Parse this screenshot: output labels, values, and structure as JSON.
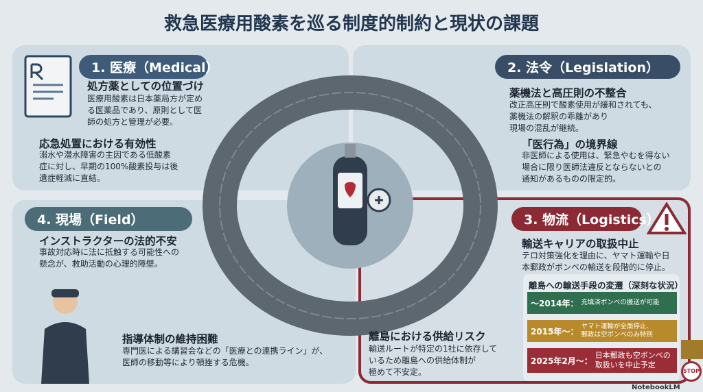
{
  "title": "救急医療用酸素を巡る制度的制約と現状の課題",
  "medical": {
    "label": "1. 医療（Medical）",
    "h1": "処方薬としての位置づけ",
    "b1": [
      "医療用酸素は日本薬局方が定め",
      "る医薬品であり、原則として医",
      "師の処方と管理が必要。"
    ],
    "h2": "応急処置における有効性",
    "b2": [
      "溺水や潜水障害の主因である低酸素",
      "症に対し、早期の100%酸素投与は後",
      "遺症軽減に直結。"
    ]
  },
  "legislation": {
    "label": "2. 法令（Legislation）",
    "h1": "薬機法と高圧則の不整合",
    "b1": [
      "改正高圧則で酸素使用が緩和されても、",
      "薬機法の解釈の乖離があり",
      "現場の混乱が継続。"
    ],
    "h2": "「医行為」の境界線",
    "b2": [
      "非医師による使用は、緊急やむを得ない",
      "場合に限り医師法違反とならないとの",
      "通知があるものの限定的。"
    ]
  },
  "logistics": {
    "label": "3. 物流（Logistics）",
    "h1": "輸送キャリアの取扱中止",
    "b1": [
      "テロ対策強化を理由に、ヤマト運輸や日",
      "本郵政がボンベの輸送を段階的に停止。"
    ],
    "timeline_title": "離島への輸送手段の変遷（深刻な状況）",
    "timeline": [
      {
        "period": "〜2014年：",
        "desc": "充填済ボンベの搬送が可能",
        "color": "#2f6f4f"
      },
      {
        "period": "2015年〜：",
        "desc": "ヤマト運輸が全面停止、\n郵政は空ボンベのみ特別",
        "color": "#b98a2c"
      },
      {
        "period": "2025年2月〜：",
        "desc": "日本郵政も空ボンベの\n取扱いを中止予定",
        "color": "#9b2d37"
      }
    ],
    "stop_sign": "STOP",
    "h2": "離島における供給リスク",
    "b2": [
      "輸送ルートが特定の1社に依存して",
      "いるため離島への供給体制が",
      "極めて不安定。"
    ]
  },
  "field": {
    "label": "4. 現場（Field）",
    "h1": "インストラクターの法的不安",
    "b1": [
      "事故対応時に法に抵触する可能性への",
      "懸念が、救助活動の心理的障壁。"
    ],
    "h2": "指導体制の維持困難",
    "b2": [
      "専門医による講習会などの「医療との連携ライン」が、",
      "医師の移動等により頓挫する危機。"
    ]
  },
  "brand": "NotebookLM",
  "colors": {
    "medical": "#3e5b79",
    "legislation": "#3a4d66",
    "field": "#4c6c78",
    "logistics": "#8b2a35"
  }
}
